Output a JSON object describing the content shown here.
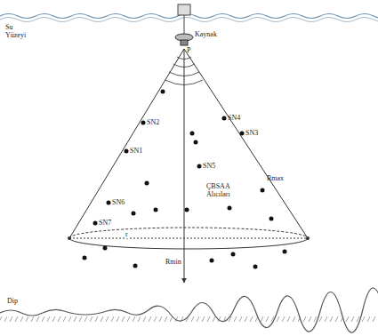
{
  "diagram": {
    "labels": [
      "Su Yüzeyi",
      "Kaynak",
      "P",
      "SN4",
      "SN2",
      "SN3",
      "SN5",
      "SN1",
      "SN6",
      "SN7",
      "ÇBSAA Alıcıları",
      "Rmax",
      "r",
      "Rmin",
      "Dip"
    ]
  }
}
